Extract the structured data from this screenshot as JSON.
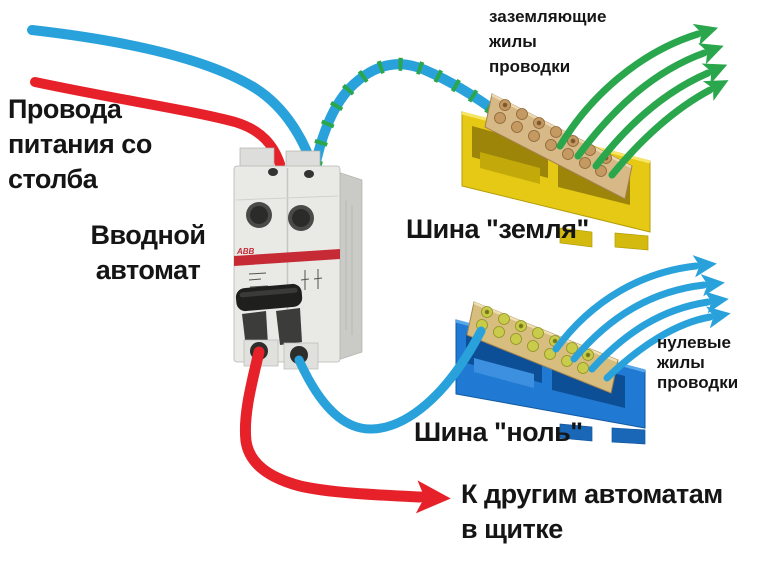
{
  "colors": {
    "background": "#ffffff",
    "wire_blue": "#29a2dc",
    "wire_red": "#e62129",
    "wire_green": "#2aa64c",
    "earth_bus_yellow": "#e5c915",
    "earth_bus_shadow": "#9c8508",
    "neutral_bus_blue": "#2079d2",
    "neutral_bus_shadow": "#0d4f96",
    "brass_bar": "#d7b887",
    "brass_screw": "#c49a62",
    "neutral_screw": "#c9cc4a",
    "breaker_body": "#e9e9e6",
    "breaker_side": "#cacac6",
    "breaker_stripe": "#c62b35",
    "breaker_handle": "#1f1f1d",
    "label_text": "#151515"
  },
  "labels": {
    "supply_wires": {
      "lines": [
        "Провода",
        "питания со",
        "столба"
      ]
    },
    "main_breaker": {
      "lines": [
        "Вводной",
        "автомат"
      ]
    },
    "ground_conductors": {
      "lines": [
        "заземляющие",
        "жилы",
        "проводки"
      ]
    },
    "earth_bus": "Шина \"земля\"",
    "neutral_conductors": {
      "lines": [
        "нулевые",
        "жилы",
        "проводки"
      ]
    },
    "neutral_bus": "Шина \"ноль\"",
    "to_other_breakers": {
      "lines": [
        "К другим автоматам",
        "в щитке"
      ]
    },
    "breaker_brand": "ABB"
  }
}
